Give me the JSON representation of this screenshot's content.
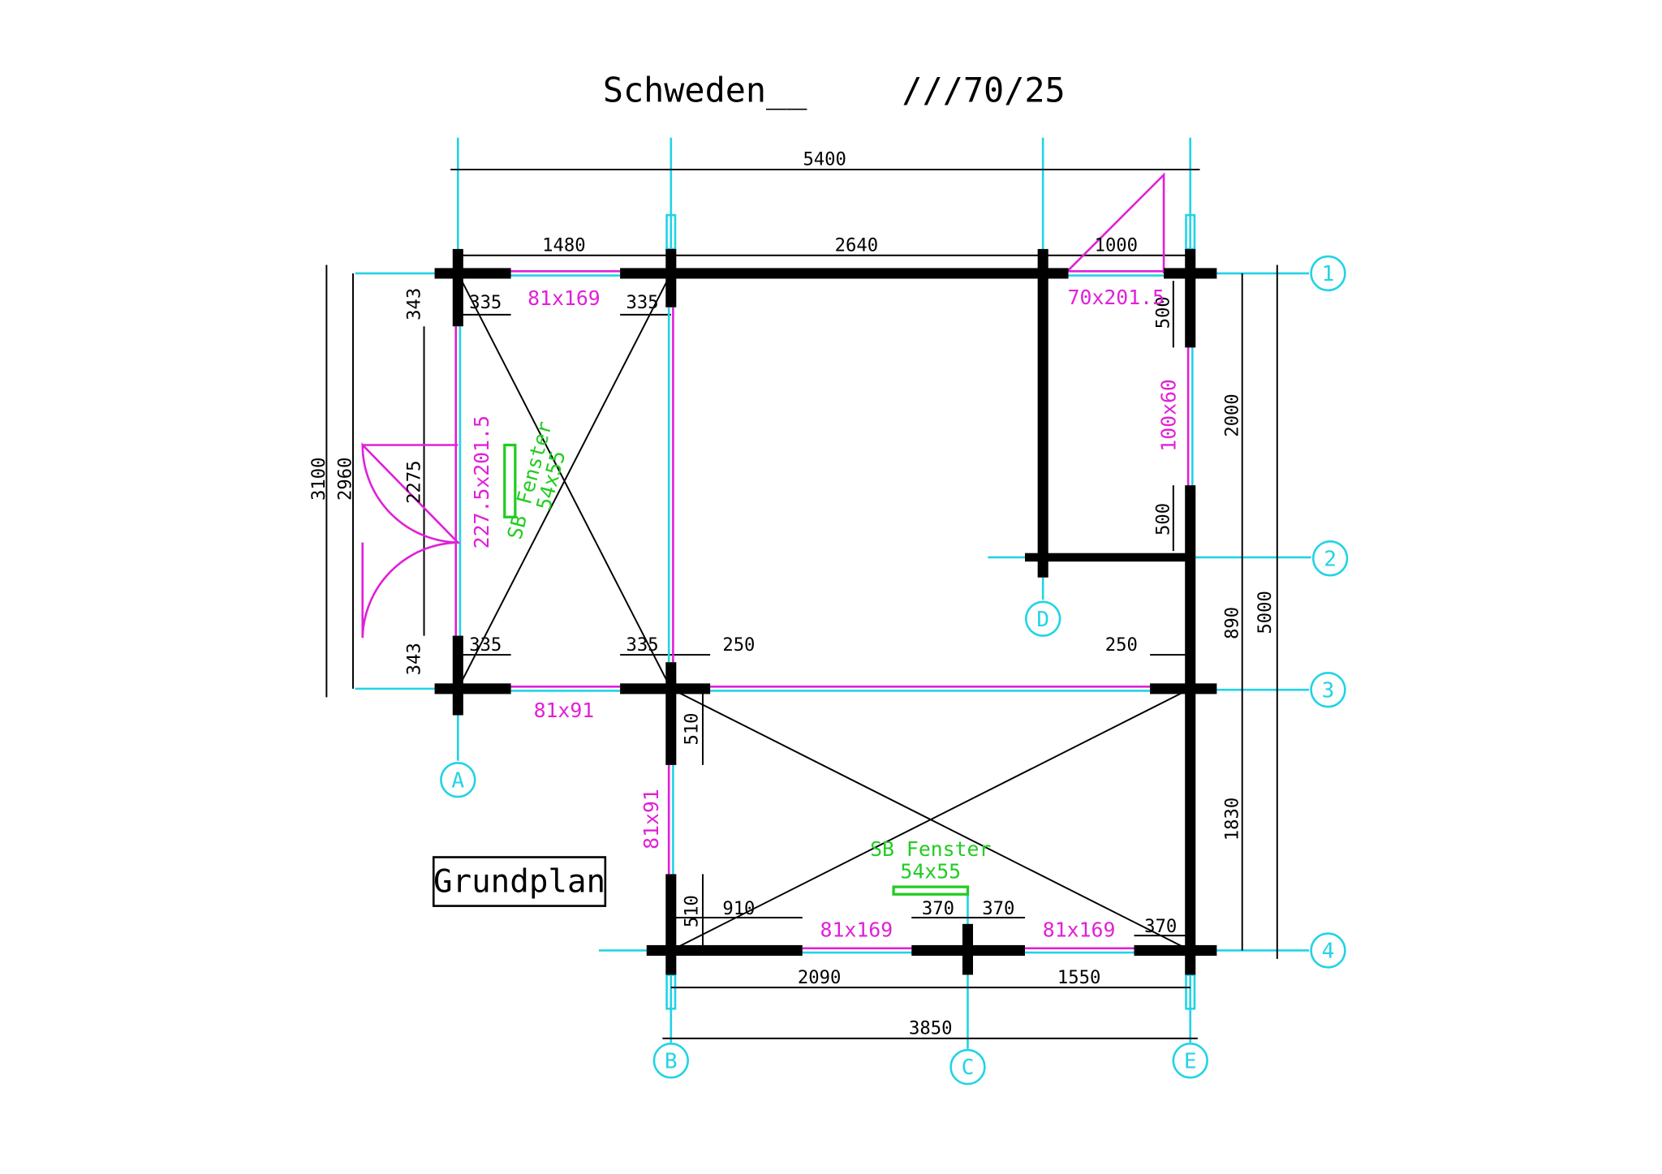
{
  "title": {
    "name": "Schweden__",
    "code": "///70/25"
  },
  "plan_label": "Grundplan",
  "colors": {
    "walls": "#000000",
    "windows_doors": "#e020d8",
    "grid": "#22d3e6",
    "skylight": "#22cc22"
  },
  "dimensions": [
    "5400",
    "1480",
    "2640",
    "1000",
    "335",
    "335",
    "343",
    "500",
    "2000",
    "3100",
    "2960",
    "2275",
    "500",
    "335",
    "335",
    "250",
    "250",
    "343",
    "890",
    "5000",
    "510",
    "1830",
    "910",
    "370",
    "370",
    "370",
    "510",
    "2090",
    "1550",
    "3850"
  ],
  "openings": [
    "81x169",
    "70x201.5",
    "100x60",
    "227.5x201.5",
    "81x91",
    "81x91",
    "81x169",
    "81x169"
  ],
  "skylights": [
    {
      "name": "SB Fenster",
      "size": "54x55"
    },
    {
      "name": "SB Fenster",
      "size": "54x55"
    }
  ],
  "grid_axes": [
    "1",
    "2",
    "3",
    "4",
    "A",
    "B",
    "C",
    "D",
    "E"
  ]
}
